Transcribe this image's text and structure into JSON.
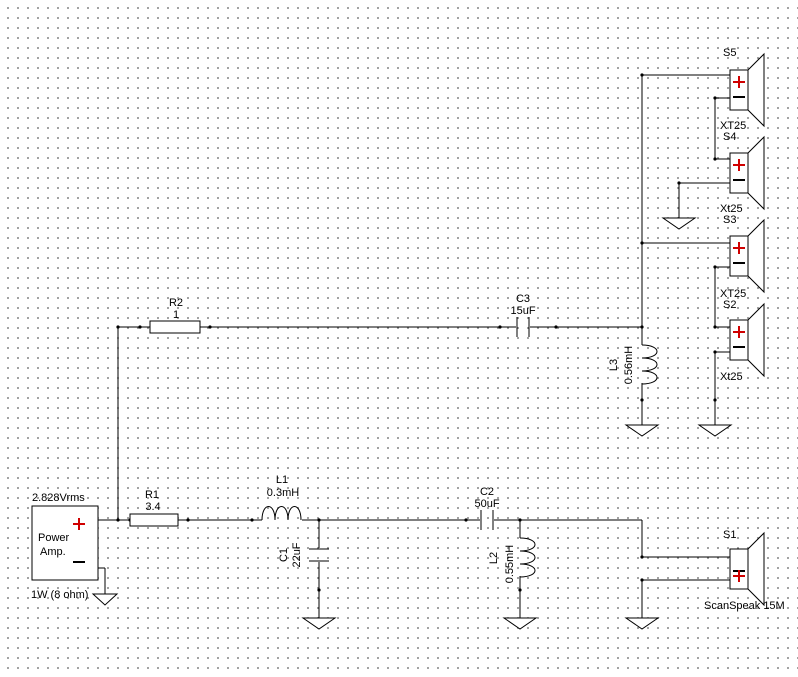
{
  "source": {
    "voltage": "2.828Vrms",
    "line1": "Power",
    "line2": "Amp.",
    "power": "1W (8 ohm)"
  },
  "components": {
    "R1": {
      "ref": "R1",
      "value": "3.4"
    },
    "R2": {
      "ref": "R2",
      "value": "1"
    },
    "L1": {
      "ref": "L1",
      "value": "0.3mH"
    },
    "C1": {
      "ref": "C1",
      "value": "22uF"
    },
    "C2": {
      "ref": "C2",
      "value": "50uF"
    },
    "L2": {
      "ref": "L2",
      "value": "0.55mH"
    },
    "C3": {
      "ref": "C3",
      "value": "15uF"
    },
    "L3": {
      "ref": "L3",
      "value": "0.56mH"
    }
  },
  "speakers": {
    "S1": {
      "ref": "S1",
      "model": "ScanSpeak 15M"
    },
    "S2": {
      "ref": "S2",
      "model": "Xt25"
    },
    "S3": {
      "ref": "S3",
      "model": "XT25"
    },
    "S4": {
      "ref": "S4",
      "model": "Xt25"
    },
    "S5": {
      "ref": "S5",
      "model": "XT25"
    }
  },
  "colors": {
    "wire": "#000000",
    "plus": "#d00000",
    "grid_dot": "#8a8a8a"
  }
}
